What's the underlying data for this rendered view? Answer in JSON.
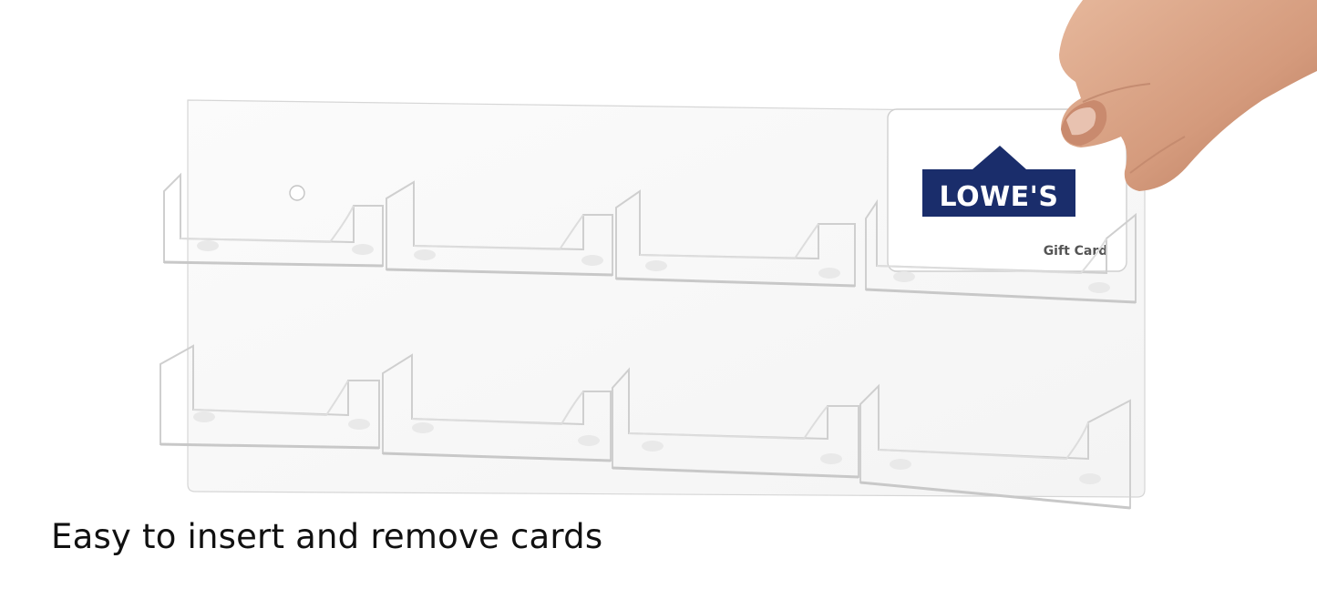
{
  "caption": "Easy to insert and remove cards",
  "gift_card": {
    "brand": "LOWE'S",
    "label": "Gift Card",
    "brand_color": "#1a2d6b"
  },
  "product": {
    "pocket_rows": 2,
    "pockets_per_row": 4
  }
}
